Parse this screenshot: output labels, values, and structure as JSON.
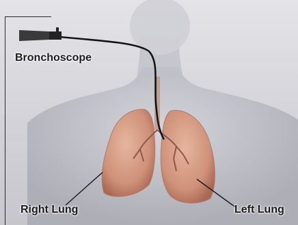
{
  "labels": {
    "bronchoscope": "Bronchoscope",
    "right_lung": "Right Lung",
    "left_lung": "Left Lung"
  },
  "colors": {
    "background": "#d6d6dc",
    "body_skin": "#bcbcc4",
    "lung": "#d7a088",
    "lung_shadow": "#a86a55",
    "scope": "#1a1a1a",
    "label_text": "#1e1e1e"
  }
}
